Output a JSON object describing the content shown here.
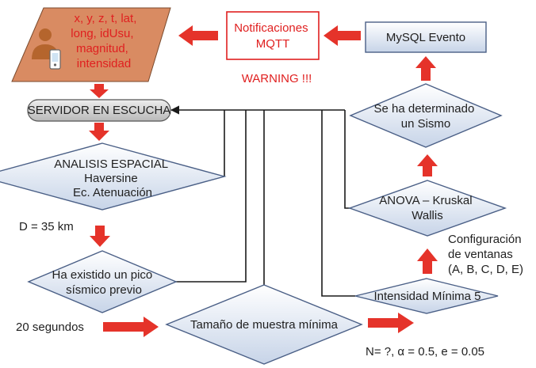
{
  "device_block": {
    "lines": [
      "x, y, z, t, lat,",
      "long, idUsu,",
      "magnitud,",
      "intensidad"
    ]
  },
  "notification": {
    "lines": [
      "Notificaciones",
      "MQTT"
    ],
    "warning": "WARNING !!!"
  },
  "mysql_event": {
    "label": "MySQL Evento"
  },
  "server": {
    "label": "SERVIDOR EN ESCUCHA"
  },
  "spatial_analysis": {
    "lines": [
      "ANALISIS ESPACIAL",
      "Haversine",
      "Ec. Atenuación"
    ]
  },
  "distance_note": "D = 35 km",
  "peak_check": {
    "lines": [
      "Ha existido un pico",
      "sísmico previo"
    ]
  },
  "time_note": "20 segundos",
  "sample_size": {
    "label": "Tamaño de muestra mínima"
  },
  "sample_params": "N= ?, α = 0.5,  e = 0.05",
  "min_intensity": {
    "label": "Intensidad Mínima 5"
  },
  "window_config": {
    "lines": [
      "Configuración",
      "de ventanas",
      "(A, B, C, D, E)"
    ]
  },
  "anova": {
    "lines": [
      "ANOVA – Kruskal",
      "Wallis"
    ]
  },
  "earthquake_check": {
    "lines": [
      "Se ha determinado",
      "un Sismo"
    ]
  },
  "colors": {
    "arrow": "#e5332a",
    "box_border": "#4a5f86",
    "box_fill_top": "#ffffff",
    "box_fill_bottom": "#c7d4e8",
    "device_fill": "#d98b62",
    "device_text": "#e02020",
    "server_fill": "#d0d0d0",
    "connector": "#1a1a1a"
  }
}
